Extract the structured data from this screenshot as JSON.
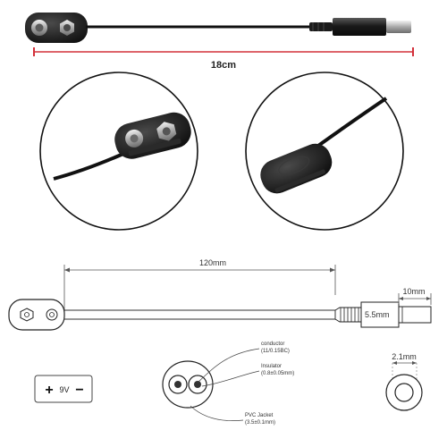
{
  "top": {
    "length_label": "18cm",
    "measure_color": "#d3303a"
  },
  "diagram": {
    "length": "120mm",
    "plug_diameter": "5.5mm",
    "plug_length": "10mm",
    "inner_diameter": "2.1mm"
  },
  "cable_section": {
    "conductor": "conductor",
    "conductor_spec": "(11/0.15BC)",
    "insulator": "Insulator",
    "insulator_spec": "(0.8±0.05mm)",
    "jacket": "PVC Jacket",
    "jacket_spec": "(3.5±0.1mm)"
  },
  "polarity": {
    "plus": "+",
    "voltage": "9V",
    "minus": "−"
  },
  "icons": {
    "snap_connector": "battery-snap-icon",
    "dc_plug": "dc-barrel-plug-icon"
  }
}
